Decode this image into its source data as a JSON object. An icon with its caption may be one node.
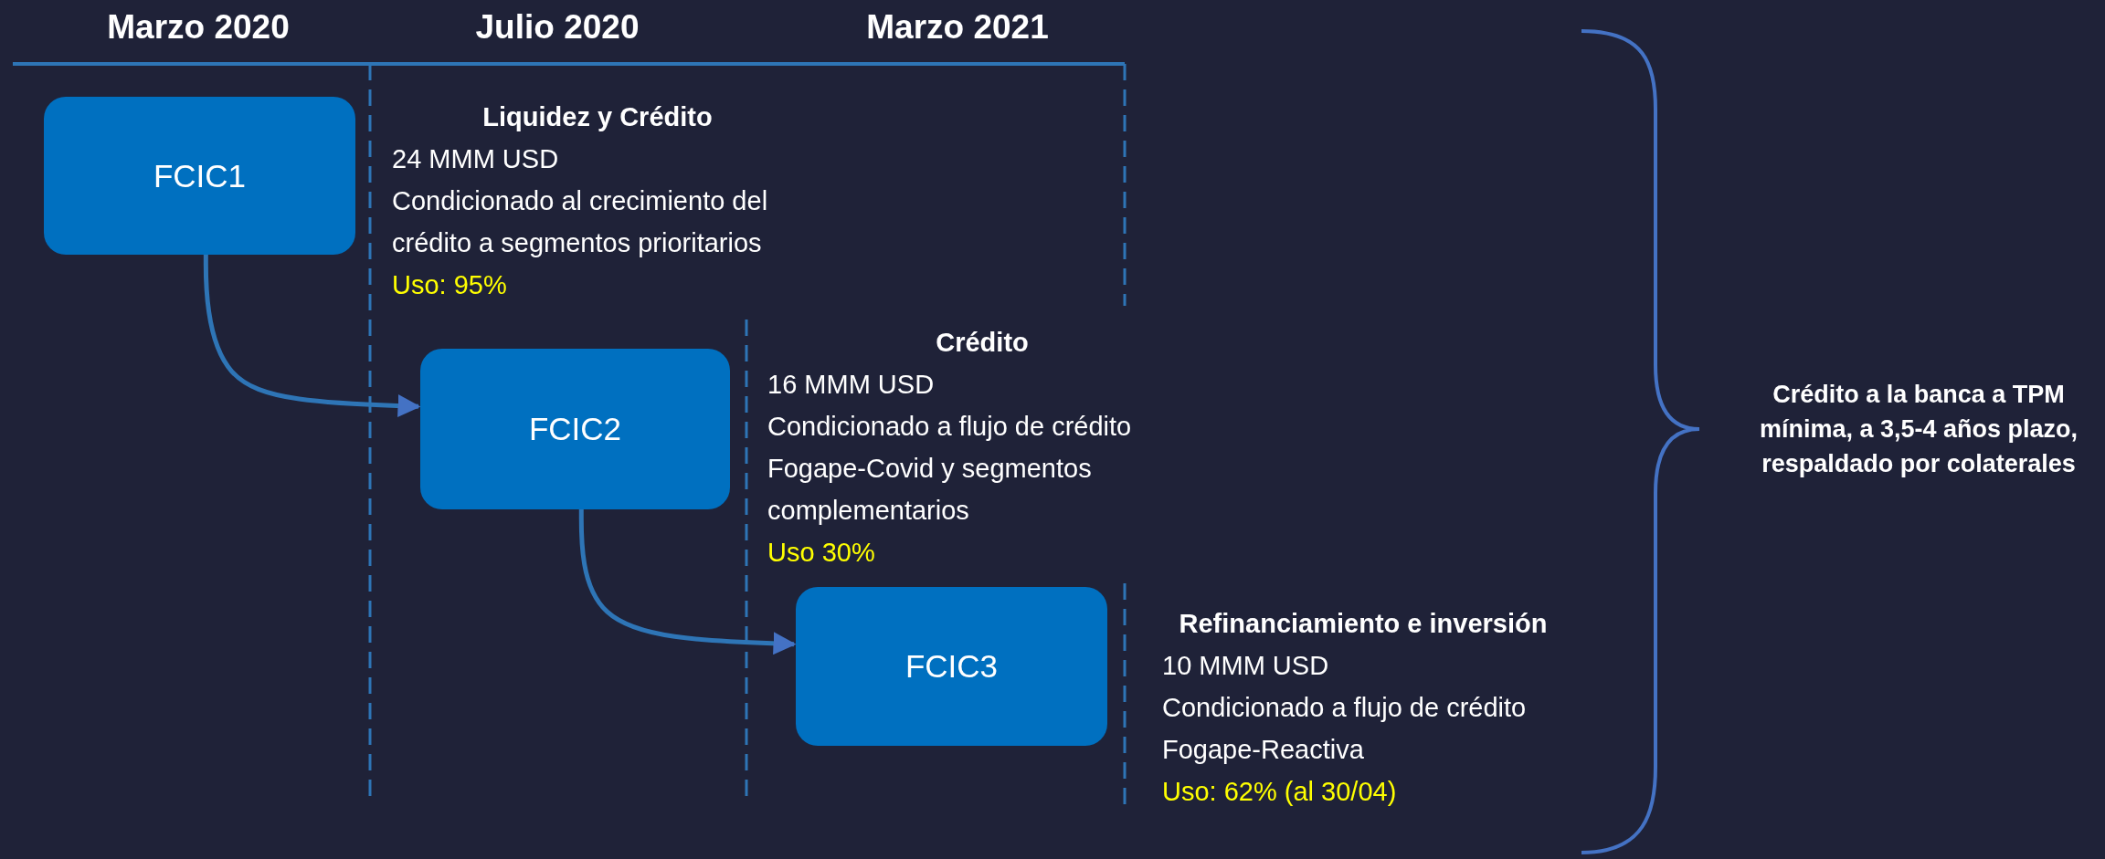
{
  "diagram": {
    "nodes": [
      {
        "text": [
          "FCIC1"
        ],
        "beside": [
          "Liquidez y Crédito",
          "24 MMM USD",
          "Condicionado al crecimiento del crédito a segmentos prioritarios",
          "Uso: 95%"
        ]
      },
      {
        "text": [
          "FCIC2"
        ],
        "beside": [
          "Crédito",
          "16 MMM USD",
          "Condicionado a flujo de crédito Fogape-Covid y segmentos complementarios",
          "Uso 30%"
        ]
      },
      {
        "text": [
          "FCIC3"
        ],
        "beside": [
          "Refinanciamiento e inversión",
          "10 MMM USD",
          "Condicionado a flujo de crédito Fogape-Reactiva",
          "Uso:  62% (al 30/04)"
        ]
      }
    ],
    "edges": [
      {
        "from": 0,
        "to": 1,
        "arrow": "to"
      },
      {
        "from": 1,
        "to": 2,
        "arrow": "to"
      }
    ],
    "labels": [
      "Marzo 2020",
      "Julio 2020",
      "Marzo 2021",
      "Crédito a la banca a TPM mínima, a 3,5-4 años plazo, respaldado por colaterales"
    ]
  }
}
